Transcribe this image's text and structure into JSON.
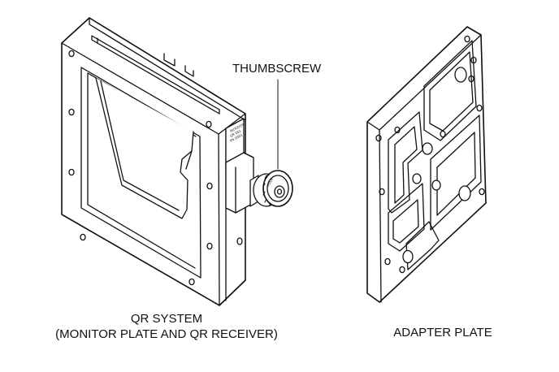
{
  "labels": {
    "thumbscrew": "THUMBSCREW",
    "qr_system_line1": "QR SYSTEM",
    "qr_system_line2": "(MONITOR PLATE AND QR RECEIVER)",
    "adapter_plate": "ADAPTER PLATE"
  },
  "colors": {
    "line": "#111111",
    "fill": "#ffffff"
  },
  "icons": {
    "qr_system": "qr-system-drawing",
    "thumbscrew": "thumbscrew-drawing",
    "adapter_plate": "adapter-plate-drawing"
  }
}
